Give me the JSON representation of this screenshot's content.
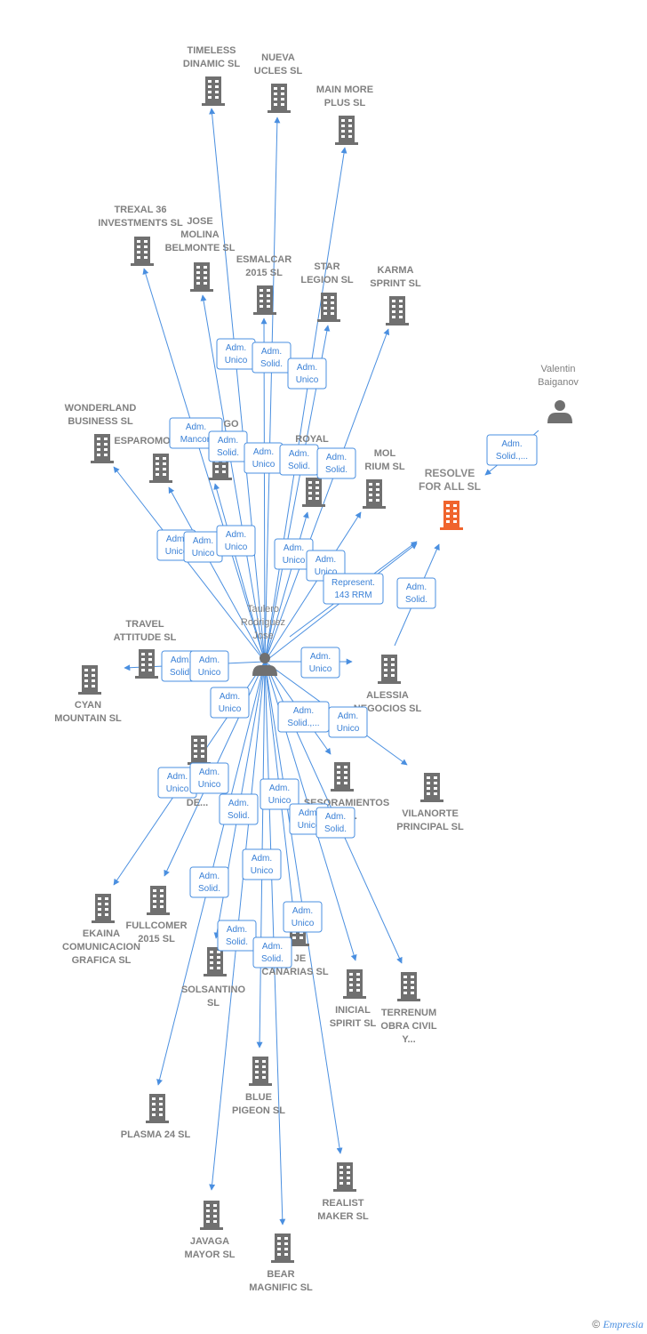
{
  "colors": {
    "edge": "#4a8fe0",
    "building": "#707070",
    "building_highlight": "#f0642d",
    "person": "#707070",
    "label": "#808080"
  },
  "person_center": {
    "name_lines": [
      "Taulero",
      "Rodriguez",
      "Jose"
    ],
    "icon": "person-icon"
  },
  "person_top": {
    "name_lines": [
      "Valentin",
      "Baiganov"
    ],
    "icon": "person-icon"
  },
  "companies": [
    {
      "id": "timeless",
      "lines": [
        "TIMELESS",
        "DINAMIC  SL"
      ]
    },
    {
      "id": "nueva",
      "lines": [
        "NUEVA",
        "UCLES  SL"
      ]
    },
    {
      "id": "mainmore",
      "lines": [
        "MAIN MORE",
        "PLUS  SL"
      ]
    },
    {
      "id": "trexal",
      "lines": [
        "TREXAL 36",
        "INVESTMENTS SL"
      ]
    },
    {
      "id": "jose",
      "lines": [
        "JOSE",
        "MOLINA",
        "BELMONTE  SL"
      ]
    },
    {
      "id": "esmalcar",
      "lines": [
        "ESMALCAR",
        "2015  SL"
      ]
    },
    {
      "id": "star",
      "lines": [
        "STAR",
        "LEGION  SL"
      ]
    },
    {
      "id": "karma",
      "lines": [
        "KARMA",
        "SPRINT  SL"
      ]
    },
    {
      "id": "wonderland",
      "lines": [
        "WONDERLAND",
        "BUSINESS  SL"
      ]
    },
    {
      "id": "esparomo",
      "lines": [
        "ESPAROMO"
      ]
    },
    {
      "id": "go",
      "lines": [
        "GO"
      ]
    },
    {
      "id": "royal",
      "lines": [
        "ROYAL"
      ]
    },
    {
      "id": "mol",
      "lines": [
        "MOL",
        "RIUM  SL"
      ]
    },
    {
      "id": "resolve",
      "lines": [
        "RESOLVE",
        "FOR ALL  SL"
      ]
    },
    {
      "id": "travel",
      "lines": [
        "TRAVEL",
        "ATTITUDE  SL"
      ]
    },
    {
      "id": "cyan",
      "lines": [
        "CYAN",
        "MOUNTAIN  SL"
      ]
    },
    {
      "id": "alessia",
      "lines": [
        "ALESSIA",
        "NEGOCIOS  SL"
      ]
    },
    {
      "id": "de",
      "lines": [
        "DE..."
      ]
    },
    {
      "id": "asesoramientos",
      "lines": [
        "SESORAMIENTOS",
        "ES..."
      ]
    },
    {
      "id": "vilanorte",
      "lines": [
        "VILANORTE",
        "PRINCIPAL  SL"
      ]
    },
    {
      "id": "ekaina",
      "lines": [
        "EKAINA",
        "COMUNICACION",
        "GRAFICA  SL"
      ]
    },
    {
      "id": "fullcomer",
      "lines": [
        "FULLCOMER",
        "2015  SL"
      ]
    },
    {
      "id": "solsantino",
      "lines": [
        "SOLSANTINO",
        "SL"
      ]
    },
    {
      "id": "je",
      "lines": [
        "& JE",
        "CANARIAS  SL"
      ]
    },
    {
      "id": "inicial",
      "lines": [
        "INICIAL",
        "SPIRIT  SL"
      ]
    },
    {
      "id": "terrenum",
      "lines": [
        "TERRENUM",
        "OBRA CIVIL",
        "Y..."
      ]
    },
    {
      "id": "plasma",
      "lines": [
        "PLASMA 24 SL"
      ]
    },
    {
      "id": "bluepigeon",
      "lines": [
        "BLUE",
        "PIGEON  SL"
      ]
    },
    {
      "id": "realist",
      "lines": [
        "REALIST",
        "MAKER  SL"
      ]
    },
    {
      "id": "javaga",
      "lines": [
        "JAVAGA",
        "MAYOR  SL"
      ]
    },
    {
      "id": "bear",
      "lines": [
        "BEAR",
        "MAGNIFIC  SL"
      ]
    }
  ],
  "relations": [
    {
      "id": "r1",
      "lines": [
        "Adm.",
        "Unico"
      ]
    },
    {
      "id": "r2",
      "lines": [
        "Adm.",
        "Solid."
      ]
    },
    {
      "id": "r3",
      "lines": [
        "Adm.",
        "Unico"
      ]
    },
    {
      "id": "r4",
      "lines": [
        "Adm.",
        "Mancon"
      ]
    },
    {
      "id": "r5",
      "lines": [
        "Adm.",
        "Solid."
      ]
    },
    {
      "id": "r6",
      "lines": [
        "Adm.",
        "Unico"
      ]
    },
    {
      "id": "r7",
      "lines": [
        "Adm.",
        "Solid."
      ]
    },
    {
      "id": "r8",
      "lines": [
        "Adm.",
        "Solid."
      ]
    },
    {
      "id": "r9",
      "lines": [
        "Adm.",
        "Solid.,..."
      ]
    },
    {
      "id": "r10",
      "lines": [
        "Adm.",
        "Unico"
      ]
    },
    {
      "id": "r11",
      "lines": [
        "Adm.",
        "Unico"
      ]
    },
    {
      "id": "r12",
      "lines": [
        "Adm.",
        "Unico"
      ]
    },
    {
      "id": "r13",
      "lines": [
        "Adm.",
        "Unico"
      ]
    },
    {
      "id": "r14",
      "lines": [
        "Adm.",
        "Unico"
      ]
    },
    {
      "id": "r15",
      "lines": [
        "Represent.",
        "143 RRM"
      ]
    },
    {
      "id": "r16",
      "lines": [
        "Adm.",
        "Solid."
      ]
    },
    {
      "id": "r17",
      "lines": [
        "Adm.",
        "Unico"
      ]
    },
    {
      "id": "r18",
      "lines": [
        "Adm.",
        "Solid."
      ]
    },
    {
      "id": "r19",
      "lines": [
        "Adm.",
        "Unico"
      ]
    },
    {
      "id": "r20",
      "lines": [
        "Adm.",
        "Unico"
      ]
    },
    {
      "id": "r21",
      "lines": [
        "Adm.",
        "Solid.,..."
      ]
    },
    {
      "id": "r22",
      "lines": [
        "Adm.",
        "Unico"
      ]
    },
    {
      "id": "r23",
      "lines": [
        "Adm.",
        "Unico"
      ]
    },
    {
      "id": "r24",
      "lines": [
        "Adm.",
        "Unico"
      ]
    },
    {
      "id": "r25",
      "lines": [
        "Adm.",
        "Solid."
      ]
    },
    {
      "id": "r26",
      "lines": [
        "Adm.",
        "Unico"
      ]
    },
    {
      "id": "r27",
      "lines": [
        "Adm.",
        "Unico"
      ]
    },
    {
      "id": "r28",
      "lines": [
        "Adm.",
        "Solid."
      ]
    },
    {
      "id": "r29",
      "lines": [
        "Adm.",
        "Solid."
      ]
    },
    {
      "id": "r30",
      "lines": [
        "Adm.",
        "Unico"
      ]
    },
    {
      "id": "r31",
      "lines": [
        "Adm.",
        "Unico"
      ]
    },
    {
      "id": "r32",
      "lines": [
        "Adm.",
        "Solid."
      ]
    },
    {
      "id": "r33",
      "lines": [
        "Adm.",
        "Solid."
      ]
    }
  ],
  "footer": {
    "copyright": "©",
    "brand": "Empresia"
  }
}
